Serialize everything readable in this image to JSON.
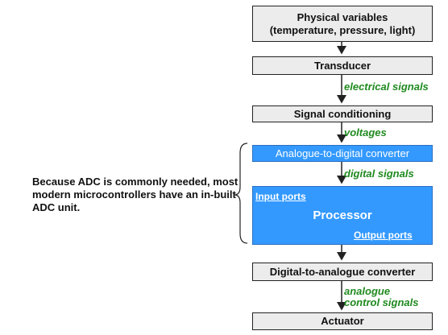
{
  "flow": {
    "physical": {
      "line1": "Physical variables",
      "line2": "(temperature, pressure, light)"
    },
    "transducer": "Transducer",
    "signal_conditioning": "Signal conditioning",
    "adc": "Analogue-to-digital converter",
    "processor": {
      "title": "Processor",
      "input_ports": "Input ports",
      "output_ports": "Output ports"
    },
    "dac": "Digital-to-analogue converter",
    "actuator": "Actuator"
  },
  "signals": {
    "electrical": "electrical signals",
    "voltages": "voltages",
    "digital": "digital signals",
    "analogue_line1": "analogue",
    "analogue_line2": "control signals"
  },
  "note": "Because ADC is commonly needed, most modern microcontrollers have an in-built ADC unit.",
  "colors": {
    "box_fill": "#ececec",
    "blue_fill": "#3399ff",
    "signal_label": "#1f8a1f"
  }
}
